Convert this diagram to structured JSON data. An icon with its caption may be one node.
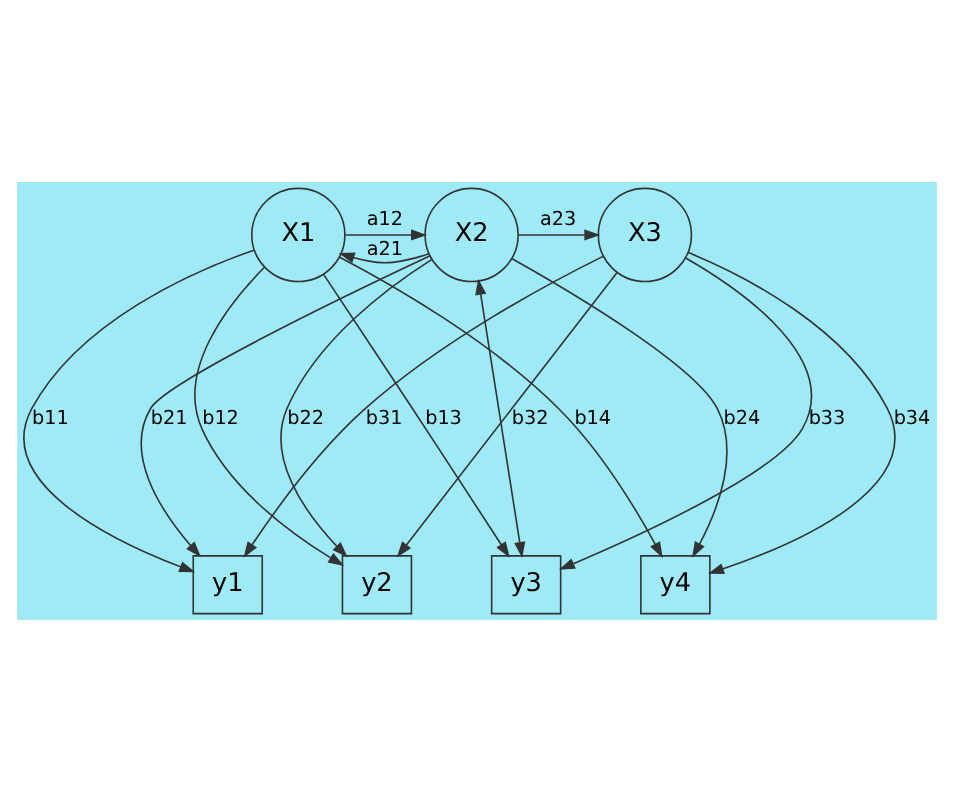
{
  "diagram": {
    "nodes": [
      {
        "text": [
          "X1"
        ]
      },
      {
        "text": [
          "X2"
        ]
      },
      {
        "text": [
          "X3"
        ]
      },
      {
        "text": [
          "y1"
        ]
      },
      {
        "text": [
          "y2"
        ]
      },
      {
        "text": [
          "y3"
        ]
      },
      {
        "text": [
          "y4"
        ]
      }
    ],
    "edges": [
      {
        "from": 0,
        "to": 1,
        "arrow": "to",
        "label": "a12"
      },
      {
        "from": 1,
        "to": 0,
        "arrow": "to",
        "label": "a21"
      },
      {
        "from": 1,
        "to": 2,
        "arrow": "to",
        "label": "a23"
      },
      {
        "from": 0,
        "to": 3,
        "arrow": "to",
        "label": "b11"
      },
      {
        "from": 0,
        "to": 4,
        "arrow": "to",
        "label": "b12"
      },
      {
        "from": 0,
        "to": 5,
        "arrow": "to",
        "label": "b13"
      },
      {
        "from": 0,
        "to": 6,
        "arrow": "to",
        "label": "b14"
      },
      {
        "from": 1,
        "to": 3,
        "arrow": "to",
        "label": "b21"
      },
      {
        "from": 1,
        "to": 4,
        "arrow": "to",
        "label": "b22"
      },
      {
        "from": 1,
        "to": 5,
        "arrow": "both"
      },
      {
        "from": 1,
        "to": 6,
        "arrow": "to",
        "label": "b24"
      },
      {
        "from": 2,
        "to": 3,
        "arrow": "to",
        "label": "b31"
      },
      {
        "from": 2,
        "to": 4,
        "arrow": "to",
        "label": "b32"
      },
      {
        "from": 2,
        "to": 5,
        "arrow": "to",
        "label": "b33"
      },
      {
        "from": 2,
        "to": 6,
        "arrow": "to",
        "label": "b34"
      }
    ]
  }
}
